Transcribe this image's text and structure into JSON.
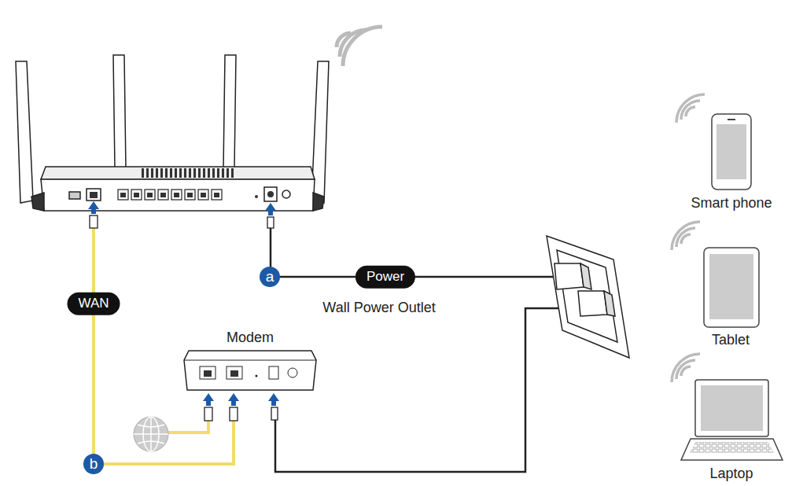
{
  "diagram": {
    "nodes": [
      {
        "text": [
          "Modem"
        ]
      }
    ],
    "labels": [
      "a",
      "Power",
      "Wall Power Outlet",
      "WAN",
      "b",
      "Smart phone",
      "Tablet",
      "Laptop"
    ]
  }
}
